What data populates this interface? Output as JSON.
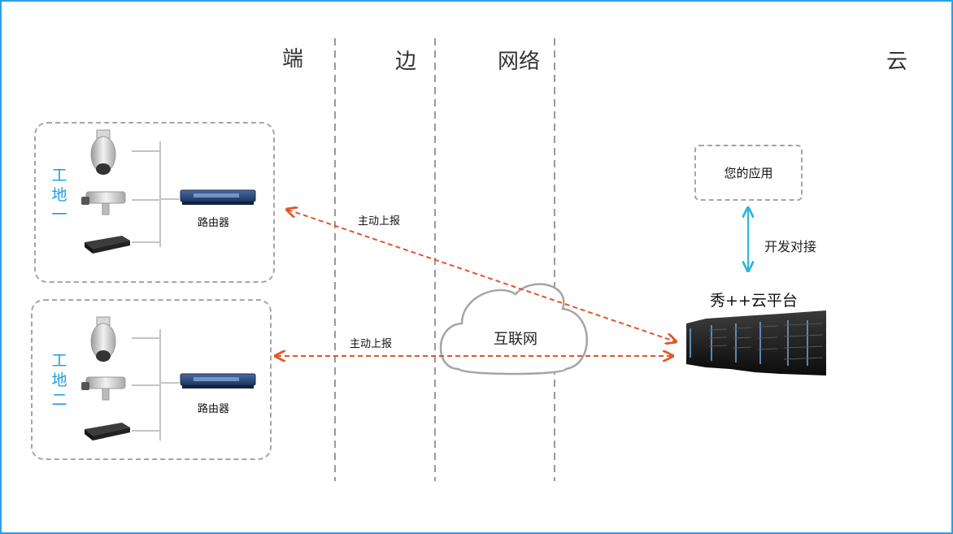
{
  "zones": {
    "device": "端",
    "edge": "边",
    "network": "网络",
    "cloud": "云"
  },
  "sites": [
    {
      "name": "工地一",
      "router_label": "路由器"
    },
    {
      "name": "工地二",
      "router_label": "路由器"
    }
  ],
  "devices": [
    "dome-camera",
    "bullet-camera",
    "video-recorder"
  ],
  "flows": {
    "report_1": "主动上报",
    "report_2": "主动上报"
  },
  "internet": "互联网",
  "app_box": "您的应用",
  "dock": "开发对接",
  "platform": "秀++云平台",
  "colors": {
    "frame": "#2aa0e6",
    "site_label": "#1a9de0",
    "dashed_box": "#a6a6a6",
    "divider": "#9a9a9a",
    "flow_arrow": "#e0562a",
    "dock_arrow": "#2bb5e0"
  }
}
